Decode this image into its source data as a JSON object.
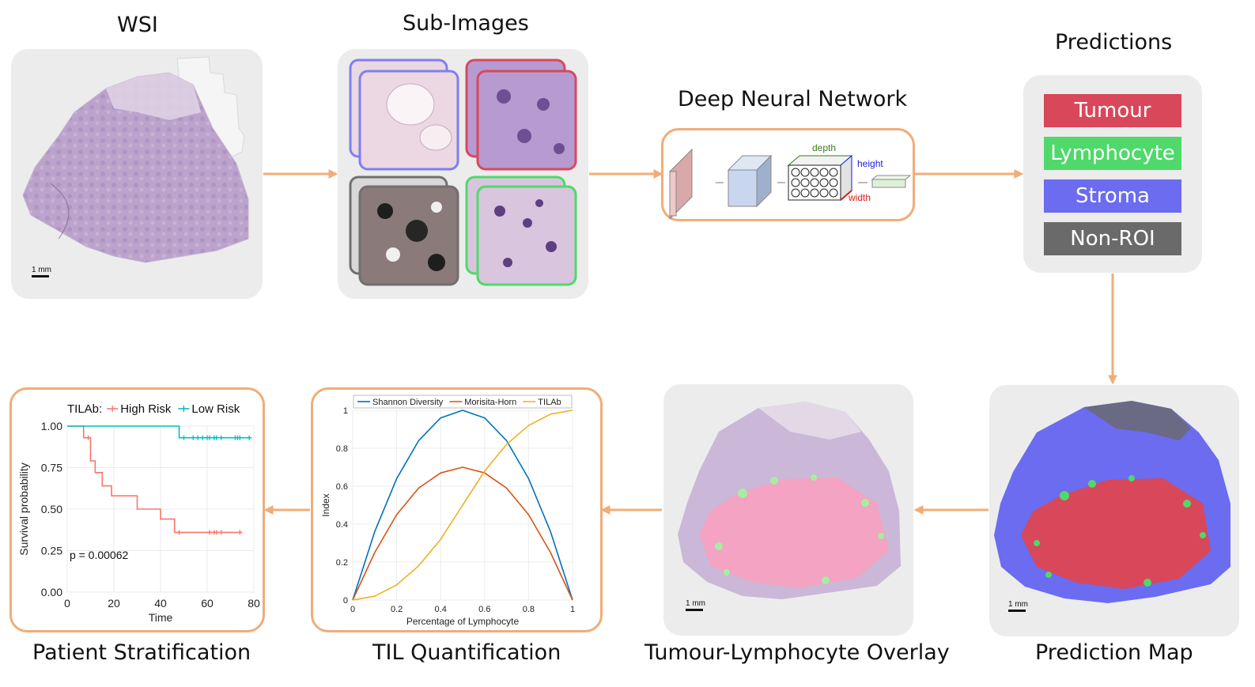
{
  "titles": {
    "wsi": "WSI",
    "sub_images": "Sub-Images",
    "dnn": "Deep Neural Network",
    "predictions": "Predictions",
    "prediction_map": "Prediction Map",
    "overlay": "Tumour-Lymphocyte Overlay",
    "til": "TIL Quantification",
    "stratification": "Patient Stratification"
  },
  "scale_bar": "1 mm",
  "dnn_labels": {
    "depth": "depth",
    "height": "height",
    "width": "width"
  },
  "classes": [
    {
      "label": "Tumour",
      "color": "#d9475a"
    },
    {
      "label": "Lymphocyte",
      "color": "#4fd96a"
    },
    {
      "label": "Stroma",
      "color": "#6b6cf0"
    },
    {
      "label": "Non-ROI",
      "color": "#6a6a6a"
    }
  ],
  "colors": {
    "arrow": "#f0ad78",
    "frame": "#f0ad78",
    "panel": "#ececec"
  },
  "chart_data": [
    {
      "type": "line",
      "title": "",
      "xlabel": "Percentage of Lymphocyte",
      "ylabel": "Index",
      "xlim": [
        0,
        1
      ],
      "ylim": [
        0,
        1
      ],
      "xticks": [
        "0",
        "0.2",
        "0.4",
        "0.6",
        "0.8",
        "1"
      ],
      "yticks": [
        "0",
        "0.2",
        "0.4",
        "0.6",
        "0.8",
        "1"
      ],
      "grid": true,
      "legend": "top",
      "x": [
        0,
        0.1,
        0.2,
        0.3,
        0.4,
        0.5,
        0.6,
        0.7,
        0.8,
        0.9,
        1.0
      ],
      "series": [
        {
          "name": "Shannon Diversity",
          "color": "#0072bd",
          "values": [
            0,
            0.36,
            0.64,
            0.84,
            0.96,
            1.0,
            0.96,
            0.84,
            0.64,
            0.36,
            0
          ]
        },
        {
          "name": "Morisita-Horn",
          "color": "#d95319",
          "values": [
            0,
            0.25,
            0.45,
            0.59,
            0.67,
            0.7,
            0.67,
            0.59,
            0.45,
            0.25,
            0
          ]
        },
        {
          "name": "TILAb",
          "color": "#edb120",
          "values": [
            0,
            0.02,
            0.08,
            0.18,
            0.32,
            0.5,
            0.68,
            0.82,
            0.92,
            0.98,
            1.0
          ]
        }
      ]
    },
    {
      "type": "line",
      "title": "",
      "xlabel": "Time",
      "ylabel": "Survival probability",
      "xlim": [
        0,
        80
      ],
      "ylim": [
        0,
        1
      ],
      "xticks": [
        "0",
        "20",
        "40",
        "60",
        "80"
      ],
      "yticks": [
        "0.00",
        "0.25",
        "0.50",
        "0.75",
        "1.00"
      ],
      "grid": true,
      "legend": "top",
      "legend_title": "TILAb:",
      "annotation": "p = 0.00062",
      "series": [
        {
          "name": "High Risk",
          "color": "#f8766d",
          "steps": [
            [
              0,
              1.0
            ],
            [
              7,
              1.0
            ],
            [
              7,
              0.93
            ],
            [
              10,
              0.93
            ],
            [
              10,
              0.79
            ],
            [
              12,
              0.79
            ],
            [
              12,
              0.72
            ],
            [
              15,
              0.72
            ],
            [
              15,
              0.64
            ],
            [
              19,
              0.64
            ],
            [
              19,
              0.58
            ],
            [
              30,
              0.58
            ],
            [
              30,
              0.5
            ],
            [
              40,
              0.5
            ],
            [
              40,
              0.44
            ],
            [
              46,
              0.44
            ],
            [
              46,
              0.36
            ],
            [
              75,
              0.36
            ]
          ],
          "censored": [
            [
              9,
              0.93
            ],
            [
              48,
              0.36
            ],
            [
              61,
              0.36
            ],
            [
              63,
              0.36
            ],
            [
              64,
              0.36
            ],
            [
              66,
              0.36
            ],
            [
              74,
              0.36
            ]
          ]
        },
        {
          "name": "Low Risk",
          "color": "#00bfc4",
          "steps": [
            [
              0,
              1.0
            ],
            [
              48,
              1.0
            ],
            [
              48,
              0.93
            ],
            [
              79,
              0.93
            ]
          ],
          "censored": [
            [
              50,
              0.93
            ],
            [
              54,
              0.93
            ],
            [
              56,
              0.93
            ],
            [
              58,
              0.93
            ],
            [
              60,
              0.93
            ],
            [
              61,
              0.93
            ],
            [
              63,
              0.93
            ],
            [
              64,
              0.93
            ],
            [
              66,
              0.93
            ],
            [
              72,
              0.93
            ],
            [
              73,
              0.93
            ],
            [
              74,
              0.93
            ],
            [
              78,
              0.93
            ]
          ]
        }
      ]
    }
  ]
}
